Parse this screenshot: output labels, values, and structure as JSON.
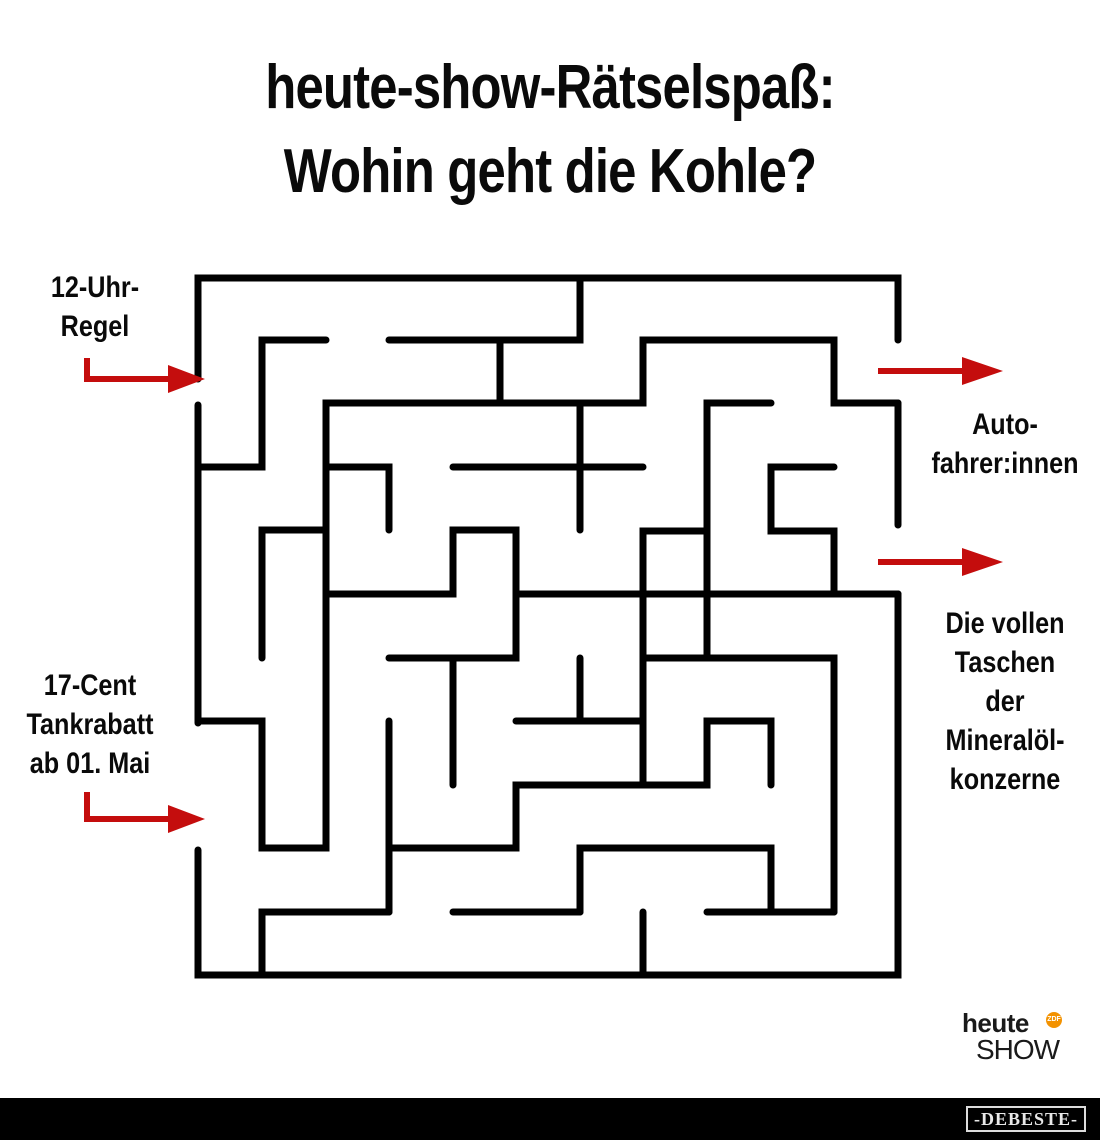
{
  "title": {
    "line1": "heute-show-Rätselspaß:",
    "line2": "Wohin geht die Kohle?"
  },
  "inputs": [
    {
      "id": "left-top",
      "lines": [
        "12-Uhr-",
        "Regel"
      ]
    },
    {
      "id": "left-bottom",
      "lines": [
        "17-Cent",
        "Tankrabatt",
        "ab 01. Mai"
      ]
    }
  ],
  "outputs": [
    {
      "id": "right-top",
      "lines": [
        "Auto-",
        "fahrer:innen"
      ]
    },
    {
      "id": "right-bottom",
      "lines": [
        "Die vollen",
        "Taschen",
        "der",
        "Mineralöl-",
        "konzerne"
      ]
    }
  ],
  "colors": {
    "maze_wall": "#000000",
    "arrow": "#c40d0d",
    "background": "#ffffff",
    "footer": "#000000",
    "zdf_orange": "#f39200"
  },
  "logo": {
    "heute": "heute",
    "show": "SHOW",
    "zdf": "ZDF"
  },
  "watermark": "-DEBESTE-"
}
